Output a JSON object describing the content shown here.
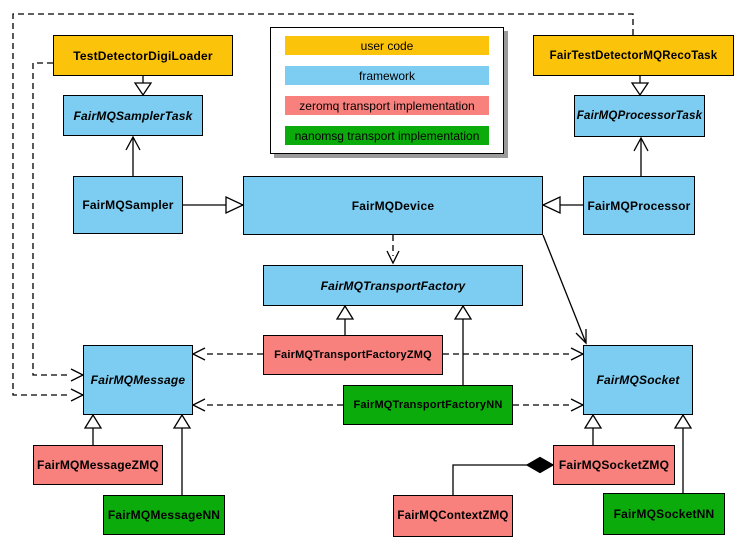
{
  "colors": {
    "user_code": "#FCC30B",
    "framework": "#7DCDF2",
    "zeromq": "#F8807D",
    "nanomsg": "#0CAB0C"
  },
  "legend": {
    "items": [
      {
        "label": "user code",
        "color": "user_code"
      },
      {
        "label": "framework",
        "color": "framework"
      },
      {
        "label": "zeromq transport implementation",
        "color": "zeromq"
      },
      {
        "label": "nanomsg transport implementation",
        "color": "nanomsg"
      }
    ]
  },
  "nodes": {
    "digiloader": {
      "label": "TestDetectorDigiLoader",
      "category": "user_code",
      "abstract": false
    },
    "recotask": {
      "label": "FairTestDetectorMQRecoTask",
      "category": "user_code",
      "abstract": false
    },
    "samplertask": {
      "label": "FairMQSamplerTask",
      "category": "framework",
      "abstract": true
    },
    "processortask": {
      "label": "FairMQProcessorTask",
      "category": "framework",
      "abstract": true
    },
    "sampler": {
      "label": "FairMQSampler",
      "category": "framework",
      "abstract": false
    },
    "device": {
      "label": "FairMQDevice",
      "category": "framework",
      "abstract": false
    },
    "processor": {
      "label": "FairMQProcessor",
      "category": "framework",
      "abstract": false
    },
    "factory": {
      "label": "FairMQTransportFactory",
      "category": "framework",
      "abstract": true
    },
    "factoryzmq": {
      "label": "FairMQTransportFactoryZMQ",
      "category": "zeromq",
      "abstract": false
    },
    "factorynn": {
      "label": "FairMQTransportFactoryNN",
      "category": "nanomsg",
      "abstract": false
    },
    "message": {
      "label": "FairMQMessage",
      "category": "framework",
      "abstract": true
    },
    "socket": {
      "label": "FairMQSocket",
      "category": "framework",
      "abstract": true
    },
    "messagezmq": {
      "label": "FairMQMessageZMQ",
      "category": "zeromq",
      "abstract": false
    },
    "messagenn": {
      "label": "FairMQMessageNN",
      "category": "nanomsg",
      "abstract": false
    },
    "socketzmq": {
      "label": "FairMQSocketZMQ",
      "category": "zeromq",
      "abstract": false
    },
    "socketnn": {
      "label": "FairMQSocketNN",
      "category": "nanomsg",
      "abstract": false
    },
    "contextzmq": {
      "label": "FairMQContextZMQ",
      "category": "zeromq",
      "abstract": false
    }
  },
  "edges": [
    {
      "from": "digiloader",
      "to": "samplertask",
      "style": "solid-hollow-triangle"
    },
    {
      "from": "recotask",
      "to": "processortask",
      "style": "solid-hollow-triangle"
    },
    {
      "from": "sampler",
      "to": "samplertask",
      "style": "solid-open-vee"
    },
    {
      "from": "processor",
      "to": "processortask",
      "style": "solid-open-vee"
    },
    {
      "from": "sampler",
      "to": "device",
      "style": "solid-hollow-triangle"
    },
    {
      "from": "processor",
      "to": "device",
      "style": "solid-hollow-triangle"
    },
    {
      "from": "device",
      "to": "factory",
      "style": "dashed-open-vee"
    },
    {
      "from": "device",
      "to": "socket",
      "style": "solid-open-vee"
    },
    {
      "from": "factoryzmq",
      "to": "factory",
      "style": "solid-hollow-triangle"
    },
    {
      "from": "factorynn",
      "to": "factory",
      "style": "solid-hollow-triangle"
    },
    {
      "from": "messagezmq",
      "to": "message",
      "style": "solid-hollow-triangle"
    },
    {
      "from": "messagenn",
      "to": "message",
      "style": "solid-hollow-triangle"
    },
    {
      "from": "socketzmq",
      "to": "socket",
      "style": "solid-hollow-triangle"
    },
    {
      "from": "socketnn",
      "to": "socket",
      "style": "solid-hollow-triangle"
    },
    {
      "from": "recotask",
      "to": "message",
      "style": "dashed-open-vee"
    },
    {
      "from": "digiloader",
      "to": "message",
      "style": "dashed-open-vee"
    },
    {
      "from": "factoryzmq",
      "to": "message",
      "style": "dashed-open-vee"
    },
    {
      "from": "factoryzmq",
      "to": "socket",
      "style": "dashed-open-vee"
    },
    {
      "from": "factorynn",
      "to": "message",
      "style": "dashed-open-vee"
    },
    {
      "from": "factorynn",
      "to": "socket",
      "style": "dashed-open-vee"
    },
    {
      "from": "contextzmq",
      "to": "socketzmq",
      "style": "composition-filled-diamond"
    }
  ]
}
